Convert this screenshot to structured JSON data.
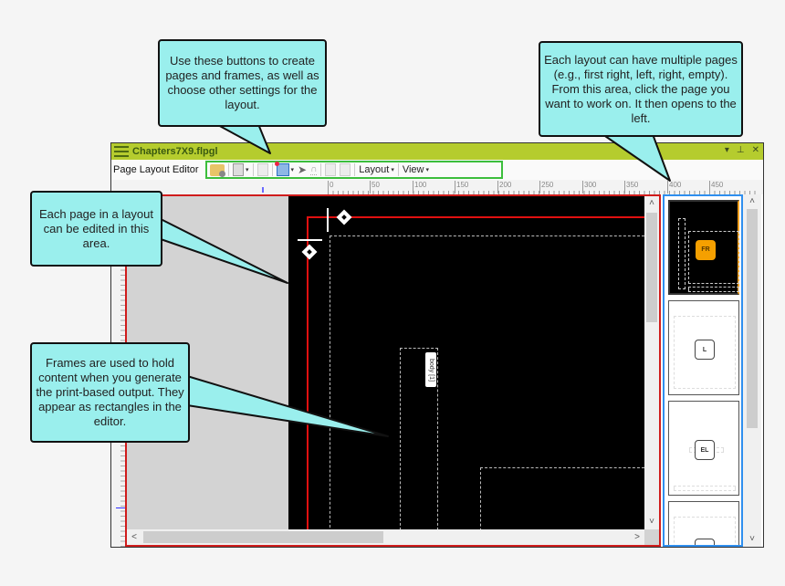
{
  "window": {
    "title": "Chapters7X9.flpgl",
    "controls": {
      "dropdown": "▾",
      "pin": "⊥",
      "close": "✕"
    }
  },
  "toolbar": {
    "label": "Page Layout Editor",
    "buttons": [
      {
        "name": "open-folder",
        "icon": "folder-icon"
      },
      {
        "name": "add-page",
        "icon": "page-icon",
        "has_dropdown": true
      },
      {
        "name": "page-properties",
        "icon": "page-icon",
        "disabled": true
      },
      {
        "name": "add-frame",
        "icon": "frame-icon",
        "has_dropdown": true
      },
      {
        "name": "select",
        "icon": "pointer-icon"
      },
      {
        "name": "snap",
        "icon": "magnet-icon"
      },
      {
        "name": "move-back",
        "icon": "page-icon",
        "disabled": true
      },
      {
        "name": "move-forward",
        "icon": "page-icon",
        "disabled": true
      }
    ],
    "layout_label": "Layout",
    "view_label": "View",
    "caret": "▾"
  },
  "ruler": {
    "top_labels": [
      "0",
      "50",
      "100",
      "150",
      "200",
      "250",
      "300",
      "350",
      "400",
      "450"
    ]
  },
  "editor": {
    "frame_label": "body [1]"
  },
  "thumbnails": {
    "pages": [
      {
        "label": "FR",
        "active": true
      },
      {
        "label": "L",
        "active": false
      },
      {
        "label": "EL",
        "active": false
      },
      {
        "label": "",
        "active": false
      }
    ]
  },
  "scroll": {
    "up": "˄",
    "down": "˅",
    "left": "<",
    "right": ">"
  },
  "callouts": {
    "toolbar": "Use these buttons to create pages and frames, as well as choose other settings for the layout.",
    "pages_panel": "Each layout can have multiple pages (e.g., first right, left, right, empty). From this area, click the page you want to work on. It then opens to the left.",
    "edit_area": "Each page in a layout can be edited in this area.",
    "frames": "Frames are used to hold content when you generate the print-based output. They appear as rectangles in the editor."
  },
  "colors": {
    "titlebar": "#b5cc2e",
    "callout": "#9aefed",
    "toolbar_highlight": "#3cbe3c",
    "editor_highlight": "#d01c1c",
    "thumbs_highlight": "#2f8fef",
    "fr_badge": "#f5a000"
  }
}
